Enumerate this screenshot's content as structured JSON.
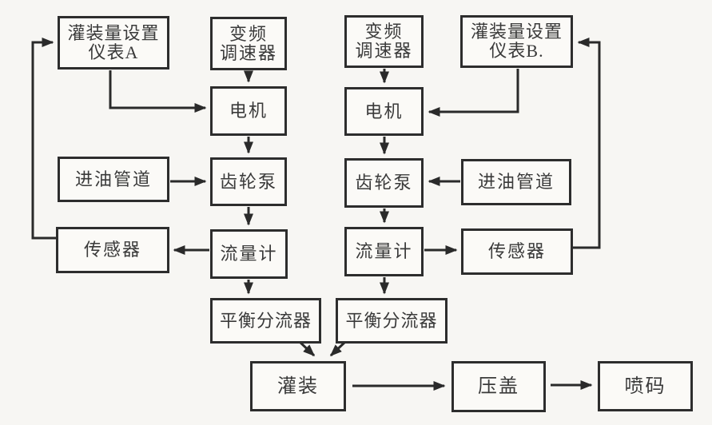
{
  "diagram": {
    "type": "flowchart",
    "language": "zh-CN",
    "colors": {
      "background": "#f7f6f3",
      "box_fill": "#fbfaf7",
      "box_border": "#2d2d2d",
      "line": "#2a2a2a",
      "text": "#3a3a3a"
    },
    "nodes": {
      "meter_a": {
        "line1": "灌装量设置",
        "line2": "仪表A"
      },
      "vfd_a": {
        "line1": "变频",
        "line2": "调速器"
      },
      "vfd_b": {
        "line1": "变频",
        "line2": "调速器"
      },
      "meter_b": {
        "line1": "灌装量设置",
        "line2": "仪表B."
      },
      "motor_a": {
        "label": "电机"
      },
      "motor_b": {
        "label": "电机"
      },
      "inlet_a": {
        "label": "进油管道"
      },
      "pump_a": {
        "label": "齿轮泵"
      },
      "pump_b": {
        "label": "齿轮泵"
      },
      "inlet_b": {
        "label": "进油管道"
      },
      "sensor_a": {
        "label": "传感器"
      },
      "flow_a": {
        "label": "流量计"
      },
      "flow_b": {
        "label": "流量计"
      },
      "sensor_b": {
        "label": "传感器"
      },
      "split_a": {
        "label": "平衡分流器"
      },
      "split_b": {
        "label": "平衡分流器"
      },
      "fill": {
        "label": "灌装"
      },
      "cap": {
        "label": "压盖"
      },
      "print": {
        "label": "喷码"
      }
    },
    "edges": [
      {
        "from": "vfd_a",
        "to": "motor_a"
      },
      {
        "from": "meter_a",
        "to": "motor_a"
      },
      {
        "from": "motor_a",
        "to": "pump_a"
      },
      {
        "from": "inlet_a",
        "to": "pump_a"
      },
      {
        "from": "pump_a",
        "to": "flow_a"
      },
      {
        "from": "flow_a",
        "to": "sensor_a"
      },
      {
        "from": "sensor_a",
        "to": "meter_a",
        "kind": "feedback"
      },
      {
        "from": "flow_a",
        "to": "split_a"
      },
      {
        "from": "split_a",
        "to": "fill"
      },
      {
        "from": "vfd_b",
        "to": "motor_b"
      },
      {
        "from": "meter_b",
        "to": "motor_b"
      },
      {
        "from": "motor_b",
        "to": "pump_b"
      },
      {
        "from": "inlet_b",
        "to": "pump_b"
      },
      {
        "from": "pump_b",
        "to": "flow_b"
      },
      {
        "from": "flow_b",
        "to": "sensor_b"
      },
      {
        "from": "sensor_b",
        "to": "meter_b",
        "kind": "feedback"
      },
      {
        "from": "flow_b",
        "to": "split_b"
      },
      {
        "from": "split_b",
        "to": "fill"
      },
      {
        "from": "fill",
        "to": "cap"
      },
      {
        "from": "cap",
        "to": "print"
      }
    ]
  }
}
